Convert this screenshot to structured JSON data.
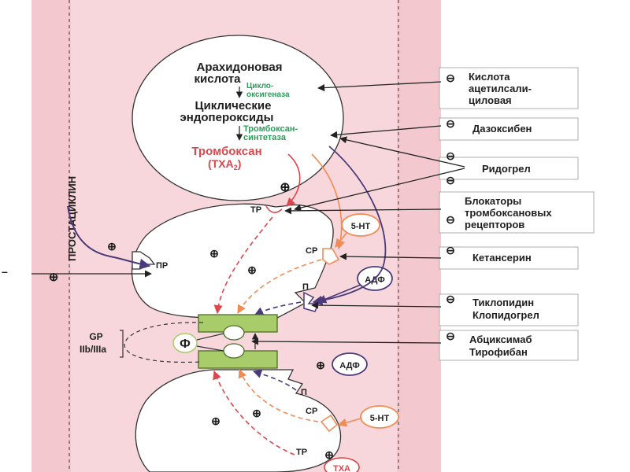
{
  "pathway": {
    "arachidonic_line1": "Арахидоновая",
    "arachidonic_line2": "кислота",
    "cox_line1": "Цикло-",
    "cox_line2": "оксигеназа",
    "endoperox_line1": "Циклические",
    "endoperox_line2": "эндопероксиды",
    "synthase_line1": "Тромбоксан-",
    "synthase_line2": "синтетаза",
    "thromboxane": "Тромбоксан",
    "txa2": "(ТХА",
    "txa2_sub": "2",
    "txa2_close": ")"
  },
  "side": {
    "prostacyclin": "ПРОСТАЦИКЛИН"
  },
  "receptors": {
    "tp": "ТР",
    "sr": "СР",
    "p": "П",
    "pr": "ПР",
    "tp_bottom": "ТР",
    "sr_bottom": "СР",
    "p_bottom": "П"
  },
  "agonists": {
    "ht5": "5-НТ",
    "adp": "АДФ",
    "adp_bottom": "АДФ",
    "ht5_bottom": "5-НТ",
    "txa2_bottom": "ТХА"
  },
  "gp": {
    "line1": "GP",
    "line2": "IIb/IIIa",
    "fibrinogen": "Ф"
  },
  "signs": {
    "minus": "⊖",
    "plus": "⊕",
    "left_minus": "–"
  },
  "drugs": [
    {
      "id": "aspirin",
      "lines": [
        "Кислота",
        "ацетилсали-",
        "циловая"
      ]
    },
    {
      "id": "dazoxiben",
      "lines": [
        "Дазоксибен"
      ]
    },
    {
      "id": "ridogrel",
      "lines": [
        "Ридогрел"
      ]
    },
    {
      "id": "tp-blockers",
      "lines": [
        "Блокаторы",
        "тромбоксановых",
        "рецепторов"
      ]
    },
    {
      "id": "ketanserin",
      "lines": [
        "Кетансерин"
      ]
    },
    {
      "id": "ticlopidine",
      "lines": [
        "Тиклопидин",
        "Клопидогрел"
      ]
    },
    {
      "id": "abciximab",
      "lines": [
        "Абциксимаб",
        "Тирофибан"
      ]
    }
  ],
  "colors": {
    "vessel": "#f3c9cf",
    "green_text": "#2f9a5a",
    "red_text": "#d8484e",
    "orange_arrow": "#f08c56",
    "purple_arrow": "#4a3a7a",
    "gp_block": "#a9cc6a"
  }
}
